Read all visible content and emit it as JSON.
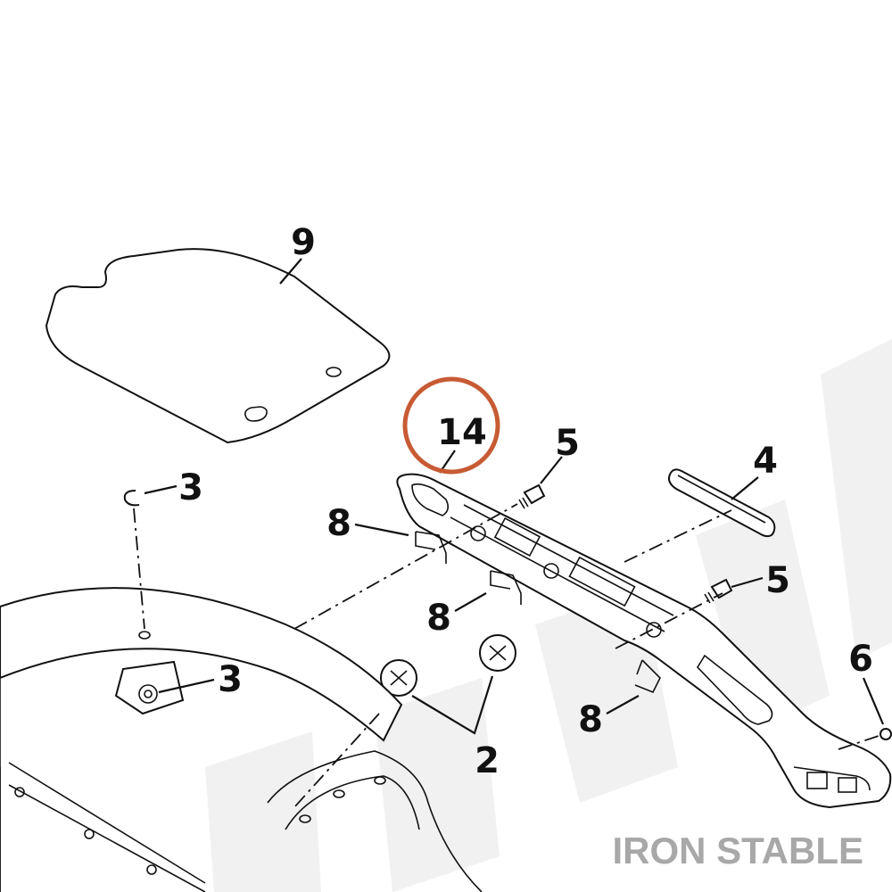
{
  "callouts": {
    "c9": "9",
    "c14": "14",
    "c5a": "5",
    "c4": "4",
    "c3a": "3",
    "c8a": "8",
    "c5b": "5",
    "c8b": "8",
    "c6": "6",
    "c3b": "3",
    "c8c": "8",
    "c2": "2"
  },
  "highlight": {
    "target": "14",
    "color": "#c75b33"
  },
  "watermark": {
    "brand_text": "IRON STABLE",
    "brand_color": "#a8a8a8",
    "background_text_color": "#f1f1f1"
  }
}
